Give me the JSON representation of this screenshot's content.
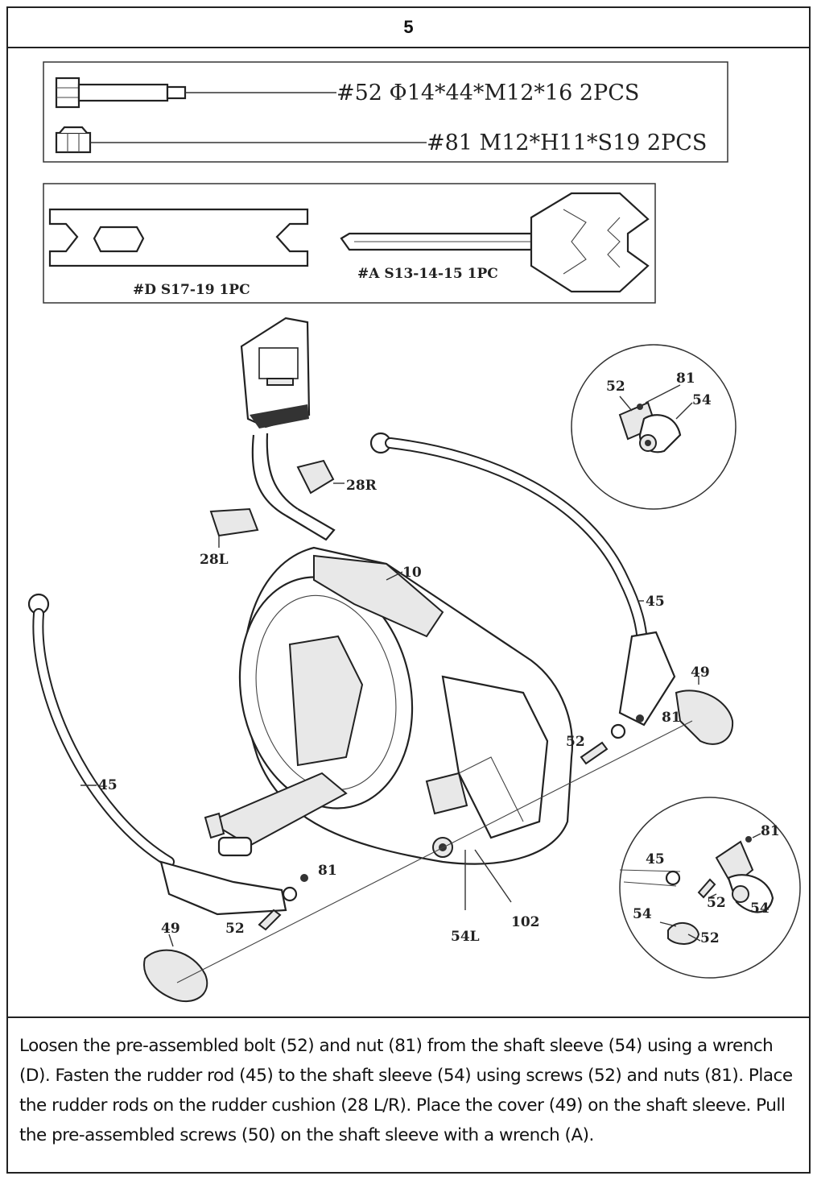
{
  "header": {
    "step_number": "5"
  },
  "hardware": {
    "bolt": {
      "text": "#52  Φ14*44*M12*16  2PCS"
    },
    "nut": {
      "text": "#81  M12*H11*S19  2PCS"
    }
  },
  "tools": {
    "wrench_d": {
      "text": "#D  S17-19  1PC"
    },
    "wrench_a": {
      "text": "#A  S13-14-15  1PC"
    }
  },
  "callouts": {
    "c_52_inset_top": "52",
    "c_81_inset_top": "81",
    "c_54_inset_top": "54",
    "c_28r": "28R",
    "c_28l": "28L",
    "c_10": "10",
    "c_45_right": "45",
    "c_49_right": "49",
    "c_81_right": "81",
    "c_52_right": "52",
    "c_45_left": "45",
    "c_81_left": "81",
    "c_52_left": "52",
    "c_49_left": "49",
    "c_54l": "54L",
    "c_102": "102",
    "c_81_inset_bot": "81",
    "c_45_inset_bot": "45",
    "c_52_inset_bot_a": "52",
    "c_54_inset_bot_a": "54",
    "c_54_inset_bot_b": "54",
    "c_52_inset_bot_b": "52"
  },
  "instructions": {
    "text": "Loosen the pre-assembled bolt (52) and nut (81) from the shaft sleeve (54) using a wrench (D). Fasten the rudder rod (45) to the shaft sleeve (54) using screws (52) and nuts (81). Place the rudder rods on the rudder cushion (28 L/R). Place the cover (49) on the shaft sleeve. Pull the pre-assembled screws (50) on the shaft sleeve with a wrench (A)."
  }
}
